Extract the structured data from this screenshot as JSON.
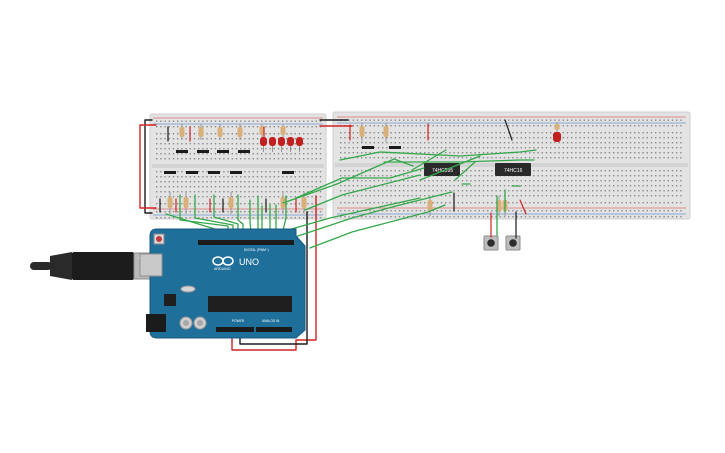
{
  "canvas": {
    "background": "#ffffff"
  },
  "arduino": {
    "brand": "ARDUINO",
    "model": "UNO",
    "header_digital": "DIGITAL (PWM~)",
    "header_power": "POWER",
    "header_analog": "ANALOG IN",
    "board_color": "#1f6f9b",
    "board_edge": "#175a7f"
  },
  "chips": [
    {
      "label": "74HC595"
    },
    {
      "label": "74HC16"
    }
  ],
  "colors": {
    "wire_green": "#34a84a",
    "wire_red": "#d32222",
    "wire_black": "#1b1b1b",
    "breadboard": "#e3e3e3",
    "rail_red": "#d63a3a",
    "rail_blue": "#3b6ec9",
    "led_red": "#c41f1f",
    "resistor": "#d9b07a"
  },
  "icons": {
    "usb": "usb-cable-icon",
    "arduino_logo": "arduino-infinity-logo-icon",
    "reset": "reset-button-icon"
  }
}
